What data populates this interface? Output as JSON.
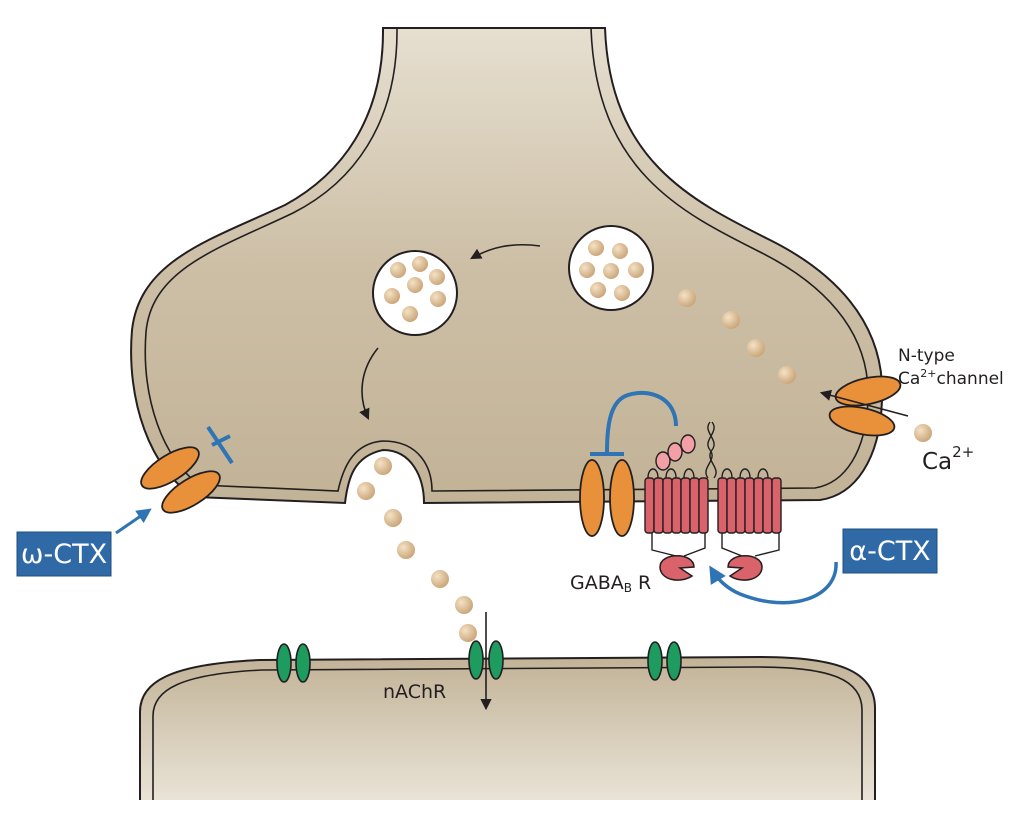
{
  "labels": {
    "ntype_line1": "N-type",
    "ntype_ca": "Ca",
    "ntype_sup": "2+",
    "ntype_rest": "channel",
    "ca_ion": "Ca",
    "ca_ion_sup": "2+",
    "gabab_main": "GABA",
    "gabab_sub": "B",
    "gabab_r": " R",
    "nachr": "nAChR"
  },
  "toxins": {
    "omega": "ω-CTX",
    "alpha": "α-CTX"
  },
  "colors": {
    "terminal_fill": "#c9bca4",
    "terminal_outline": "#231f20",
    "vesicle_fill": "#ffffff",
    "transmitter": "#d9b98c",
    "ca_channel": "#e8913a",
    "gpcr": "#d9626b",
    "g_protein": "#f2a0a6",
    "nachr": "#1e9b5e",
    "toxin_box": "#2f6aa6",
    "toxin_arrow": "#2f74b5"
  }
}
